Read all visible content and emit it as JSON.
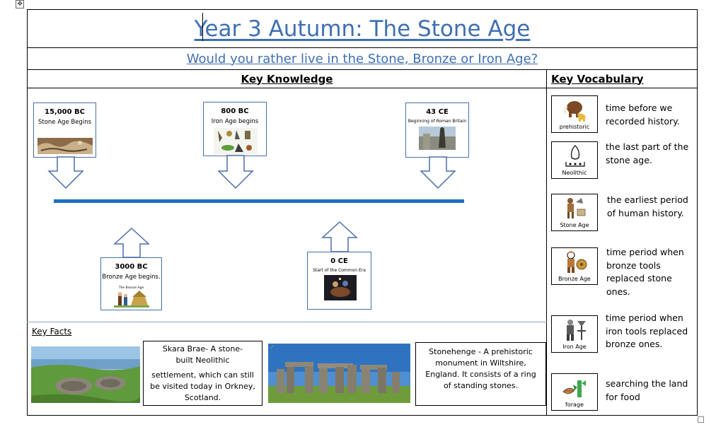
{
  "title": "Year 3 Autumn: The Stone Age",
  "question": "Would you rather live in the Stone, Bronze or Iron Age?",
  "key_knowledge": {
    "heading": "Key Knowledge",
    "timeline": [
      {
        "date": "15,000 BC",
        "label": "Stone Age Begins"
      },
      {
        "date": "800 BC",
        "label": "Iron Age begins"
      },
      {
        "date": "43 CE",
        "label": "Beginning of Roman Britain"
      },
      {
        "date": "3000 BC",
        "label": "Bronze Age begins.",
        "image_caption": "The Bronze Age"
      },
      {
        "date": "0 CE",
        "label": "Start of the Common Era"
      }
    ]
  },
  "key_facts": {
    "heading": "Key Facts",
    "fact1": {
      "line1": "Skara Brae- A stone-built Neolithic",
      "line2": "settlement, which can still be visited today in Orkney, Scotland."
    },
    "fact2": {
      "text": "Stonehenge - A prehistoric monument in Wiltshire, England. It consists of a ring of standing stones."
    }
  },
  "key_vocabulary": {
    "heading": "Key Vocabulary",
    "items": [
      {
        "word": "prehistoric",
        "definition": "time before we recorded history.",
        "icon": "mammoth-icon"
      },
      {
        "word": "Neolithic",
        "definition": "the last part of the stone age.",
        "icon": "stone-tool-icon"
      },
      {
        "word": "Stone Age",
        "definition": "the earliest period of human history.",
        "icon": "caveman-icon"
      },
      {
        "word": "Bronze Age",
        "definition": "time period when bronze tools replaced stone ones.",
        "icon": "bronze-man-icon"
      },
      {
        "word": "Iron Age",
        "definition": "time period when iron tools replaced bronze ones.",
        "icon": "iron-man-icon"
      },
      {
        "word": "forage",
        "definition": "searching the land for food",
        "icon": "forage-icon"
      }
    ]
  },
  "colors": {
    "title_blue": "#3f6fb4",
    "timeline_blue": "#1f6ebf",
    "card_border": "#4a6ea8"
  }
}
